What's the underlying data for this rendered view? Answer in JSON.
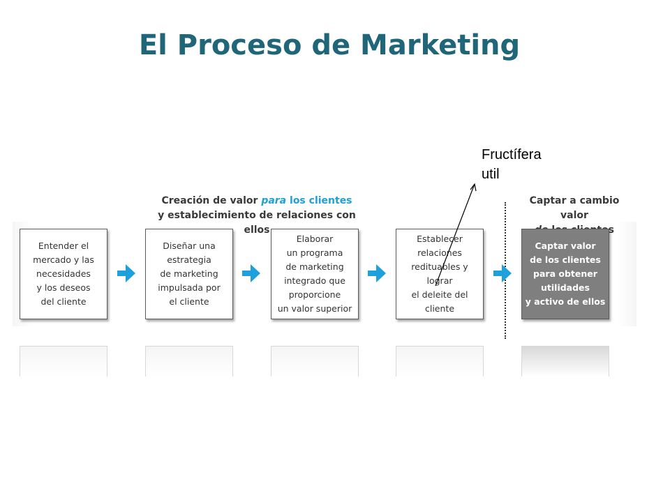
{
  "title": "El Proceso de Marketing",
  "annotation": {
    "line1": "Fructífera",
    "line2": "util"
  },
  "header_left": {
    "part1": "Creación de valor ",
    "part2_italic": "para",
    "part3_accent": " los clientes",
    "line2": "y establecimiento de relaciones con ellos"
  },
  "header_right": {
    "line1": "Captar a cambio valor",
    "line2_italic": "de",
    "line2_rest": " los clientes"
  },
  "steps": [
    {
      "text": "Entender el\nmercado y las\nnecesidades\ny los deseos\ndel cliente"
    },
    {
      "text": "Diseñar una\nestrategia\nde marketing\nimpulsada por\nel cliente"
    },
    {
      "text": "Elaborar\nun programa\nde marketing\nintegrado que\nproporcione\nun valor superior"
    },
    {
      "text": "Establecer relaciones\nredituables y lograr\nel deleite del cliente"
    },
    {
      "text": "Captar valor\nde los clientes\npara obtener\nutilidades\ny activo de ellos"
    }
  ],
  "colors": {
    "title": "#1f6678",
    "accent": "#1ea0dc",
    "dark_box": "#7f7f7f"
  },
  "icons": {
    "step_arrow": "right-arrow-icon"
  }
}
